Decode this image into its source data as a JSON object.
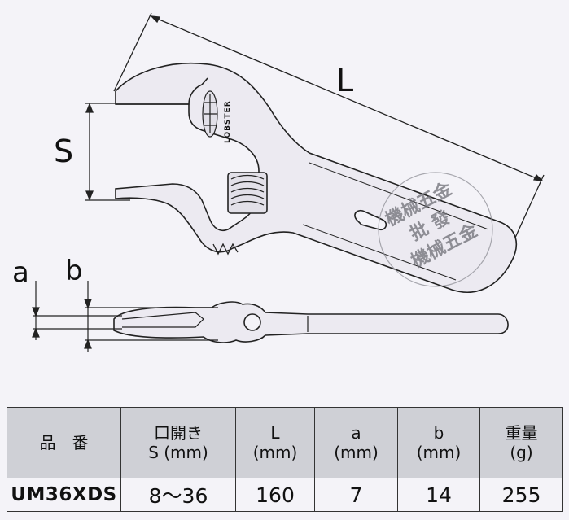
{
  "diagram": {
    "dimension_labels": {
      "L": "L",
      "S": "S",
      "a": "a",
      "b": "b"
    },
    "brand_logo_text": "LOBSTER",
    "watermark_stamp": "機械五金批發"
  },
  "spec_table": {
    "headers": [
      {
        "line1": "品　番",
        "line2": ""
      },
      {
        "line1": "口開き",
        "line2": "S (mm)"
      },
      {
        "line1": "L",
        "line2": "(mm)"
      },
      {
        "line1": "a",
        "line2": "(mm)"
      },
      {
        "line1": "b",
        "line2": "(mm)"
      },
      {
        "line1": "重量",
        "line2": "(g)"
      }
    ],
    "rows": [
      {
        "model": "UM36XDS",
        "opening": "8〜36",
        "L": "160",
        "a": "7",
        "b": "14",
        "weight": "255"
      }
    ]
  }
}
